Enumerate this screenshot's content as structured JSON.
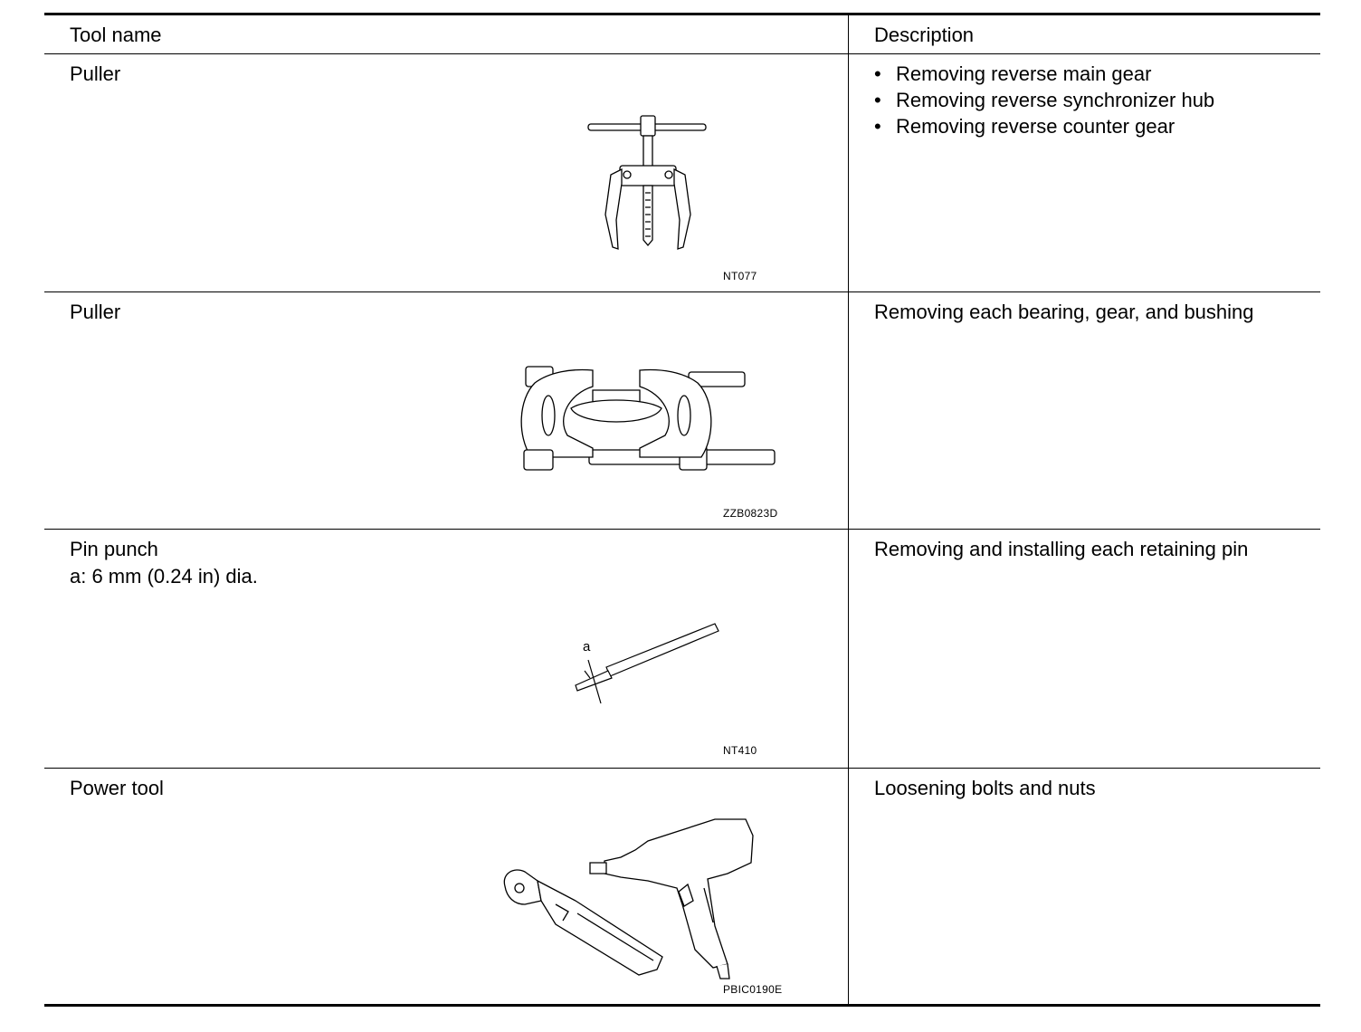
{
  "table": {
    "header": {
      "tool_name": "Tool name",
      "description": "Description"
    },
    "rows": [
      {
        "tool_name": "Puller",
        "spec": "",
        "description_items": [
          "Removing reverse main gear",
          "Removing reverse synchronizer hub",
          "Removing reverse counter gear"
        ],
        "bullet": "•",
        "figure_code": "NT077",
        "icon": "puller-three-jaw-icon"
      },
      {
        "tool_name": "Puller",
        "spec": "",
        "description": "Removing each bearing, gear, and bushing",
        "figure_code": "ZZB0823D",
        "icon": "bearing-separator-icon"
      },
      {
        "tool_name": "Pin punch",
        "spec": "a: 6 mm (0.24 in) dia.",
        "description": "Removing and installing each retaining pin",
        "figure_code": "NT410",
        "figure_label": "a",
        "icon": "pin-punch-icon"
      },
      {
        "tool_name": "Power tool",
        "spec": "",
        "description": "Loosening bolts and nuts",
        "figure_code": "PBIC0190E",
        "icon": "power-tool-icon"
      }
    ]
  }
}
